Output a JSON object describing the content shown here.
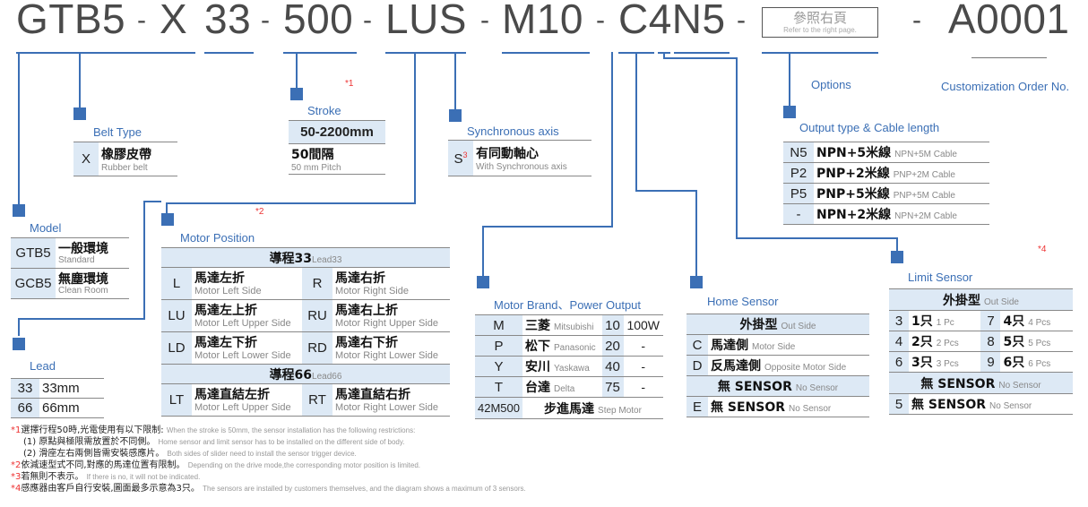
{
  "header": {
    "seg_gtb5": "GTB5",
    "seg_x": "X",
    "seg_33": "33",
    "seg_500": "500",
    "seg_lus": "LUS",
    "seg_m10": "M10",
    "seg_c4n5": "C4N5",
    "seg_a0001": "A0001",
    "dash": "-",
    "ref_cn": "參照右頁",
    "ref_en": "Refer to the right page."
  },
  "labels": {
    "options": "Options",
    "customization": "Customization Order No.",
    "belt_type": "Belt Type",
    "stroke": "Stroke",
    "sync_axis": "Synchronous axis",
    "output_type": "Output type & Cable length",
    "model": "Model",
    "motor_position": "Motor Position",
    "lead": "Lead",
    "motor_brand": "Motor Brand、Power Output",
    "home_sensor": "Home Sensor",
    "limit_sensor": "Limit Sensor",
    "star1": "*1",
    "star2": "*2",
    "star3": "3",
    "star4": "*4"
  },
  "belt": {
    "code": "X",
    "cn": "橡膠皮帶",
    "en": "Rubber belt"
  },
  "stroke": {
    "range": "50-2200mm",
    "pitch_cn": "50間隔",
    "pitch_en": "50 mm Pitch"
  },
  "sync": {
    "code": "S",
    "cn": "有同動軸心",
    "en": "With Synchronous axis"
  },
  "output": [
    {
      "code": "N5",
      "cn": "NPN+5米線",
      "en": "NPN+5M Cable"
    },
    {
      "code": "P2",
      "cn": "PNP+2米線",
      "en": "PNP+2M Cable"
    },
    {
      "code": "P5",
      "cn": "PNP+5米線",
      "en": "PNP+5M Cable"
    },
    {
      "code": "-",
      "cn": "NPN+2米線",
      "en": "NPN+2M Cable"
    }
  ],
  "model": [
    {
      "code": "GTB5",
      "cn": "一般環境",
      "en": "Standard"
    },
    {
      "code": "GCB5",
      "cn": "無塵環境",
      "en": "Clean Room"
    }
  ],
  "motor_pos": {
    "head33_cn": "導程33",
    "head33_en": "Lead33",
    "head66_cn": "導程66",
    "head66_en": "Lead66",
    "rows": [
      {
        "c1": "L",
        "cn1": "馬達左折",
        "en1": "Motor Left Side",
        "c2": "R",
        "cn2": "馬達右折",
        "en2": "Motor Right Side"
      },
      {
        "c1": "LU",
        "cn1": "馬達左上折",
        "en1": "Motor Left Upper Side",
        "c2": "RU",
        "cn2": "馬達右上折",
        "en2": "Motor Right Upper Side"
      },
      {
        "c1": "LD",
        "cn1": "馬達左下折",
        "en1": "Motor Left Lower Side",
        "c2": "RD",
        "cn2": "馬達右下折",
        "en2": "Motor Right Lower Side"
      },
      {
        "c1": "LT",
        "cn1": "馬達直結左折",
        "en1": "Motor Left Upper Side",
        "c2": "RT",
        "cn2": "馬達直結右折",
        "en2": "Motor Right Lower Side"
      }
    ]
  },
  "lead": [
    {
      "code": "33",
      "val": "33mm"
    },
    {
      "code": "66",
      "val": "66mm"
    }
  ],
  "brand": [
    {
      "code": "M",
      "cn": "三菱",
      "en": "Mitsubishi",
      "p": "10",
      "w": "100W"
    },
    {
      "code": "P",
      "cn": "松下",
      "en": "Panasonic",
      "p": "20",
      "w": "-"
    },
    {
      "code": "Y",
      "cn": "安川",
      "en": "Yaskawa",
      "p": "40",
      "w": "-"
    },
    {
      "code": "T",
      "cn": "台達",
      "en": "Delta",
      "p": "75",
      "w": "-"
    }
  ],
  "brand_step": {
    "code": "42M500",
    "cn": "步進馬達",
    "en": "Step Motor"
  },
  "home": {
    "head_cn": "外掛型",
    "head_en": "Out Side",
    "rows": [
      {
        "code": "C",
        "cn": "馬達側",
        "en": "Motor Side"
      },
      {
        "code": "D",
        "cn": "反馬達側",
        "en": "Opposite Motor Side"
      }
    ],
    "none_cn": "無 SENSOR",
    "none_en": "No Sensor",
    "e_code": "E",
    "e_cn": "無 SENSOR",
    "e_en": "No Sensor"
  },
  "limit": {
    "head_cn": "外掛型",
    "head_en": "Out Side",
    "rows": [
      {
        "c1": "3",
        "cn1": "1只",
        "en1": "1 Pc",
        "c2": "7",
        "cn2": "4只",
        "en2": "4 Pcs"
      },
      {
        "c1": "4",
        "cn1": "2只",
        "en1": "2 Pcs",
        "c2": "8",
        "cn2": "5只",
        "en2": "5 Pcs"
      },
      {
        "c1": "6",
        "cn1": "3只",
        "en1": "3 Pcs",
        "c2": "9",
        "cn2": "6只",
        "en2": "6 Pcs"
      }
    ],
    "none_cn": "無 SENSOR",
    "none_en": "No Sensor",
    "five_code": "5",
    "five_cn": "無 SENSOR",
    "five_en": "No Sensor"
  },
  "notes": {
    "n1_mark": "*1",
    "n1_cn": "選擇行程50時,光電使用有以下限制:",
    "n1_en": "When the stroke is 50mm, the sensor installation has  the following restrictions:",
    "n1a_cn": "(1) 原點與極限需放置於不同側。",
    "n1a_en": "Home sensor and limit sensor has to be installed on the different side of body.",
    "n1b_cn": "(2) 滑座左右兩側皆需安裝感應片。",
    "n1b_en": "Both sides of slider need to install the sensor trigger device.",
    "n2_mark": "*2",
    "n2_cn": "依減速型式不同,對應的馬達位置有限制。",
    "n2_en": "Depending on the drive mode,the corresponding motor position is limited.",
    "n3_mark": "*3",
    "n3_cn": "若無則不表示。",
    "n3_en": "If there is no, it will not be indicated.",
    "n4_mark": "*4",
    "n4_cn": "感應器由客戶自行安裝,圖面最多示意為3只。",
    "n4_en": "The sensors are installed by customers themselves, and the diagram shows a maximum of 3 sensors."
  },
  "colors": {
    "accent": "#3b6fb5",
    "header_bg": "#dde9f5",
    "note_red": "#e33333"
  }
}
